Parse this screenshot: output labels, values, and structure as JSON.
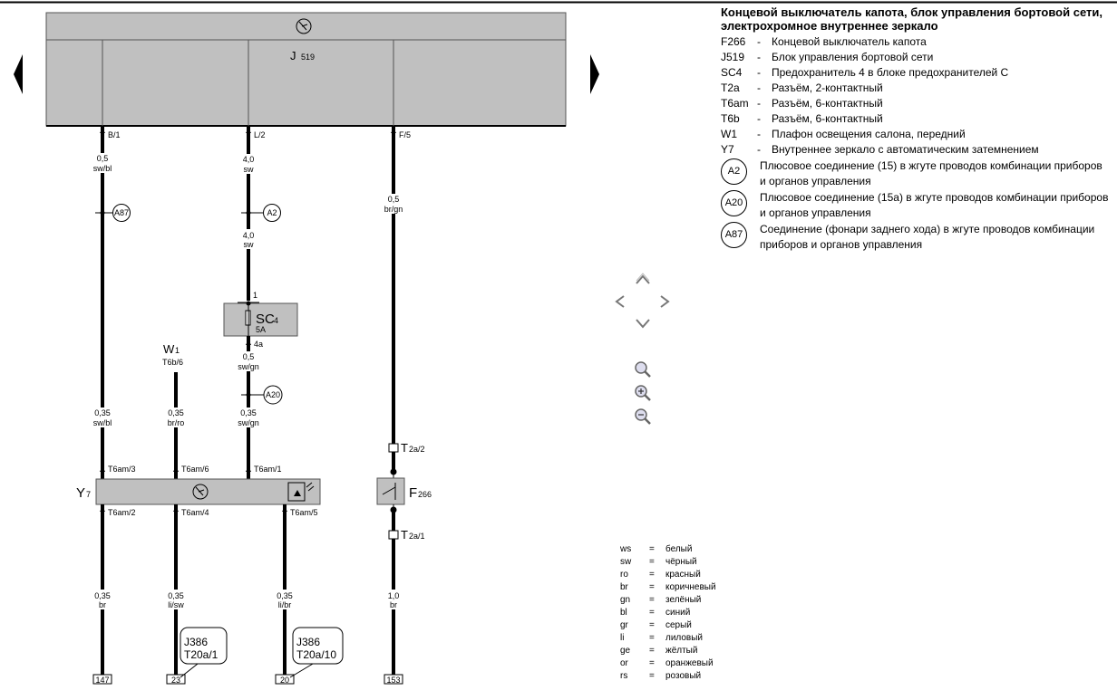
{
  "legend": {
    "title": "Концевой выключатель капота, блок управления бортовой сети, электрохромное внутреннее зеркало",
    "items": [
      {
        "code": "F266",
        "desc": "Концевой выключатель капота"
      },
      {
        "code": "J519",
        "desc": "Блок управления бортовой сети"
      },
      {
        "code": "SC4",
        "desc": "Предохранитель 4 в блоке предохранителей С"
      },
      {
        "code": "T2a",
        "desc": "Разъём, 2-контактный"
      },
      {
        "code": "T6am",
        "desc": "Разъём, 6-контактный"
      },
      {
        "code": "T6b",
        "desc": "Разъём, 6-контактный"
      },
      {
        "code": "W1",
        "desc": "Плафон освещения салона, передний"
      },
      {
        "code": "Y7",
        "desc": "Внутреннее зеркало с автоматическим затемнением"
      }
    ],
    "connections": [
      {
        "code": "A2",
        "desc": "Плюсовое соединение (15) в жгуте проводов комбинации приборов и органов управления"
      },
      {
        "code": "A20",
        "desc": "Плюсовое соединение (15a) в жгуте проводов комбинации приборов и органов управления"
      },
      {
        "code": "A87",
        "desc": "Соединение (фонари заднего хода) в жгуте проводов комбинации приборов и органов управления"
      }
    ]
  },
  "colors": [
    {
      "code": "ws",
      "name": "белый"
    },
    {
      "code": "sw",
      "name": "чёрный"
    },
    {
      "code": "ro",
      "name": "красный"
    },
    {
      "code": "br",
      "name": "коричневый"
    },
    {
      "code": "gn",
      "name": "зелёный"
    },
    {
      "code": "bl",
      "name": "синий"
    },
    {
      "code": "gr",
      "name": "серый"
    },
    {
      "code": "li",
      "name": "лиловый"
    },
    {
      "code": "ge",
      "name": "жёлтый"
    },
    {
      "code": "or",
      "name": "оранжевый"
    },
    {
      "code": "rs",
      "name": "розовый"
    }
  ],
  "diagram": {
    "j519_name": "J",
    "j519_sub": "519",
    "pin_b1": "B/1",
    "pin_l2": "L/2",
    "pin_f5": "F/5",
    "w1_top_size": "0,5",
    "w1_top_color": "sw/bl",
    "w2_top_size": "4,0",
    "w2_top_color": "sw",
    "w2_mid_size": "4,0",
    "w2_mid_color": "sw",
    "w3_top_size": "0,5",
    "w3_top_color": "br/gn",
    "conn_a87": "A87",
    "conn_a2": "A2",
    "conn_a20": "A20",
    "sc_pin1": "1",
    "sc_name": "SC",
    "sc_sub": "4",
    "sc_rating": "5A",
    "sc_pin4a": "4a",
    "sc_out_size": "0,5",
    "sc_out_color": "sw/gn",
    "w1_name": "W",
    "w1_sub": "1",
    "w1_pin": "T6b/6",
    "y7_in1_size": "0,35",
    "y7_in1_color": "sw/bl",
    "y7_in2_size": "0,35",
    "y7_in2_color": "br/ro",
    "y7_in3_size": "0,35",
    "y7_in3_color": "sw/gn",
    "y7_pin3": "T6am/3",
    "y7_pin6": "T6am/6",
    "y7_pin1": "T6am/1",
    "y7_name": "Y",
    "y7_sub": "7",
    "y7_pin2": "T6am/2",
    "y7_pin4": "T6am/4",
    "y7_pin5": "T6am/5",
    "t2a2_name": "T",
    "t2a2_sub": "2a/2",
    "f266_name": "F",
    "f266_sub": "266",
    "t2a1_name": "T",
    "t2a1_sub": "2a/1",
    "b1_size": "0,35",
    "b1_color": "br",
    "b2_size": "0,35",
    "b2_color": "li/sw",
    "b3_size": "0,35",
    "b3_color": "li/br",
    "b4_size": "1,0",
    "b4_color": "br",
    "callout1_line1": "J386",
    "callout1_line2": "T20a/1",
    "callout2_line1": "J386",
    "callout2_line2": "T20a/10",
    "ref_147": "147",
    "ref_23": "23",
    "ref_20": "20",
    "ref_153": "153"
  },
  "nav": {
    "prev_icon": "arrow-left-icon",
    "next_icon": "arrow-right-icon",
    "pan": [
      "pan-up-icon",
      "pan-left-icon",
      "pan-right-icon",
      "pan-down-icon"
    ],
    "zoom": [
      "zoom-fit-icon",
      "zoom-in-icon",
      "zoom-out-icon"
    ]
  },
  "palette": {
    "wire": "#000000",
    "box": "#c0c0c0",
    "line": "#555555"
  }
}
